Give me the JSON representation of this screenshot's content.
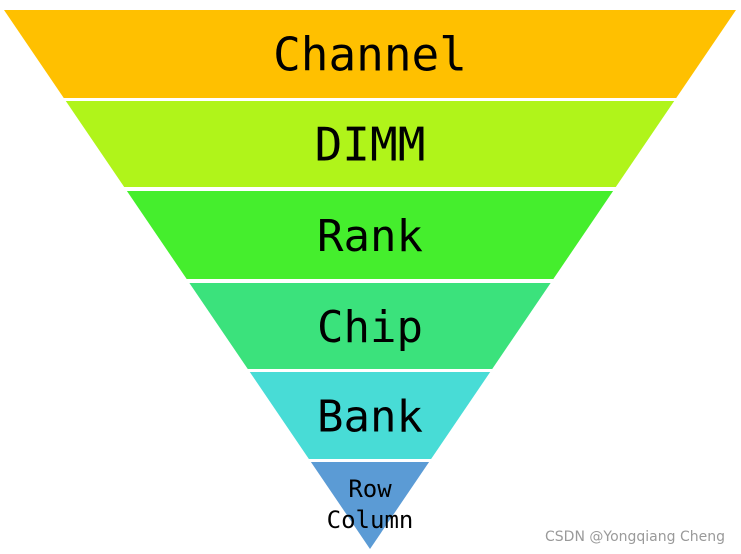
{
  "diagram": {
    "layers": [
      {
        "label": "Channel",
        "color": "#FFC000"
      },
      {
        "label": "DIMM",
        "color": "#B0F41A"
      },
      {
        "label": "Rank",
        "color": "#45EE2D"
      },
      {
        "label": "Chip",
        "color": "#3BE27C"
      },
      {
        "label": "Bank",
        "color": "#48DCD6"
      },
      {
        "label": "Row",
        "label_line2": "Column",
        "color": "#5B9BD5"
      }
    ]
  },
  "watermark": "CSDN @Yongqiang Cheng"
}
